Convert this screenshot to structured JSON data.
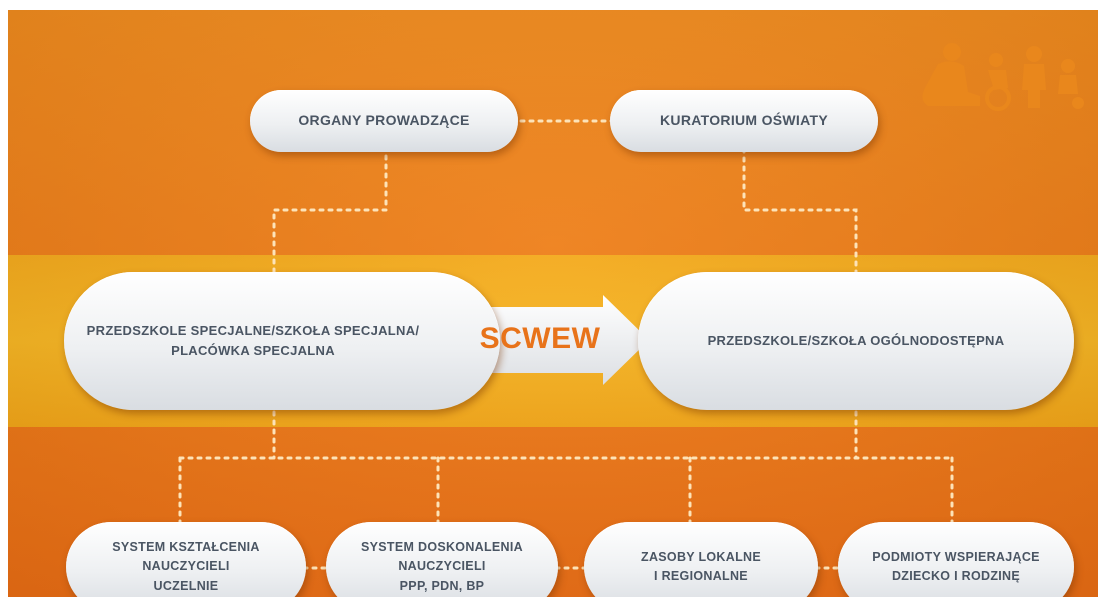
{
  "nodes": {
    "organy": "ORGANY PROWADZĄCE",
    "kuratorium": "KURATORIUM OŚWIATY",
    "specjalne": "PRZEDSZKOLE SPECJALNE/SZKOŁA SPECJALNA/\nPLACÓWKA SPECJALNA",
    "arrow_label": "SCWEW",
    "ogolnodostepna": "PRZEDSZKOLE/SZKOŁA OGÓLNODOSTĘPNA",
    "ksztalcenie": "SYSTEM KSZTAŁCENIA\nNAUCZYCIELI\nUCZELNIE",
    "doskonalenie": "SYSTEM DOSKONALENIA\nNAUCZYCIELI\nPPP, PDN, BP",
    "zasoby": "ZASOBY LOKALNE\nI REGIONALNE",
    "podmioty": "PODMIOTY WSPIERAJĄCE\nDZIECKO I RODZINĘ"
  },
  "colors": {
    "background": "#ee7f18",
    "band": "#f7b521",
    "pill_text": "#4a5563",
    "scwew_text": "#e8731a",
    "connector": "#fde3b8",
    "silhouette": "#e9871c"
  },
  "icons": [
    "people-silhouette-icon",
    "arrow-right-icon"
  ]
}
